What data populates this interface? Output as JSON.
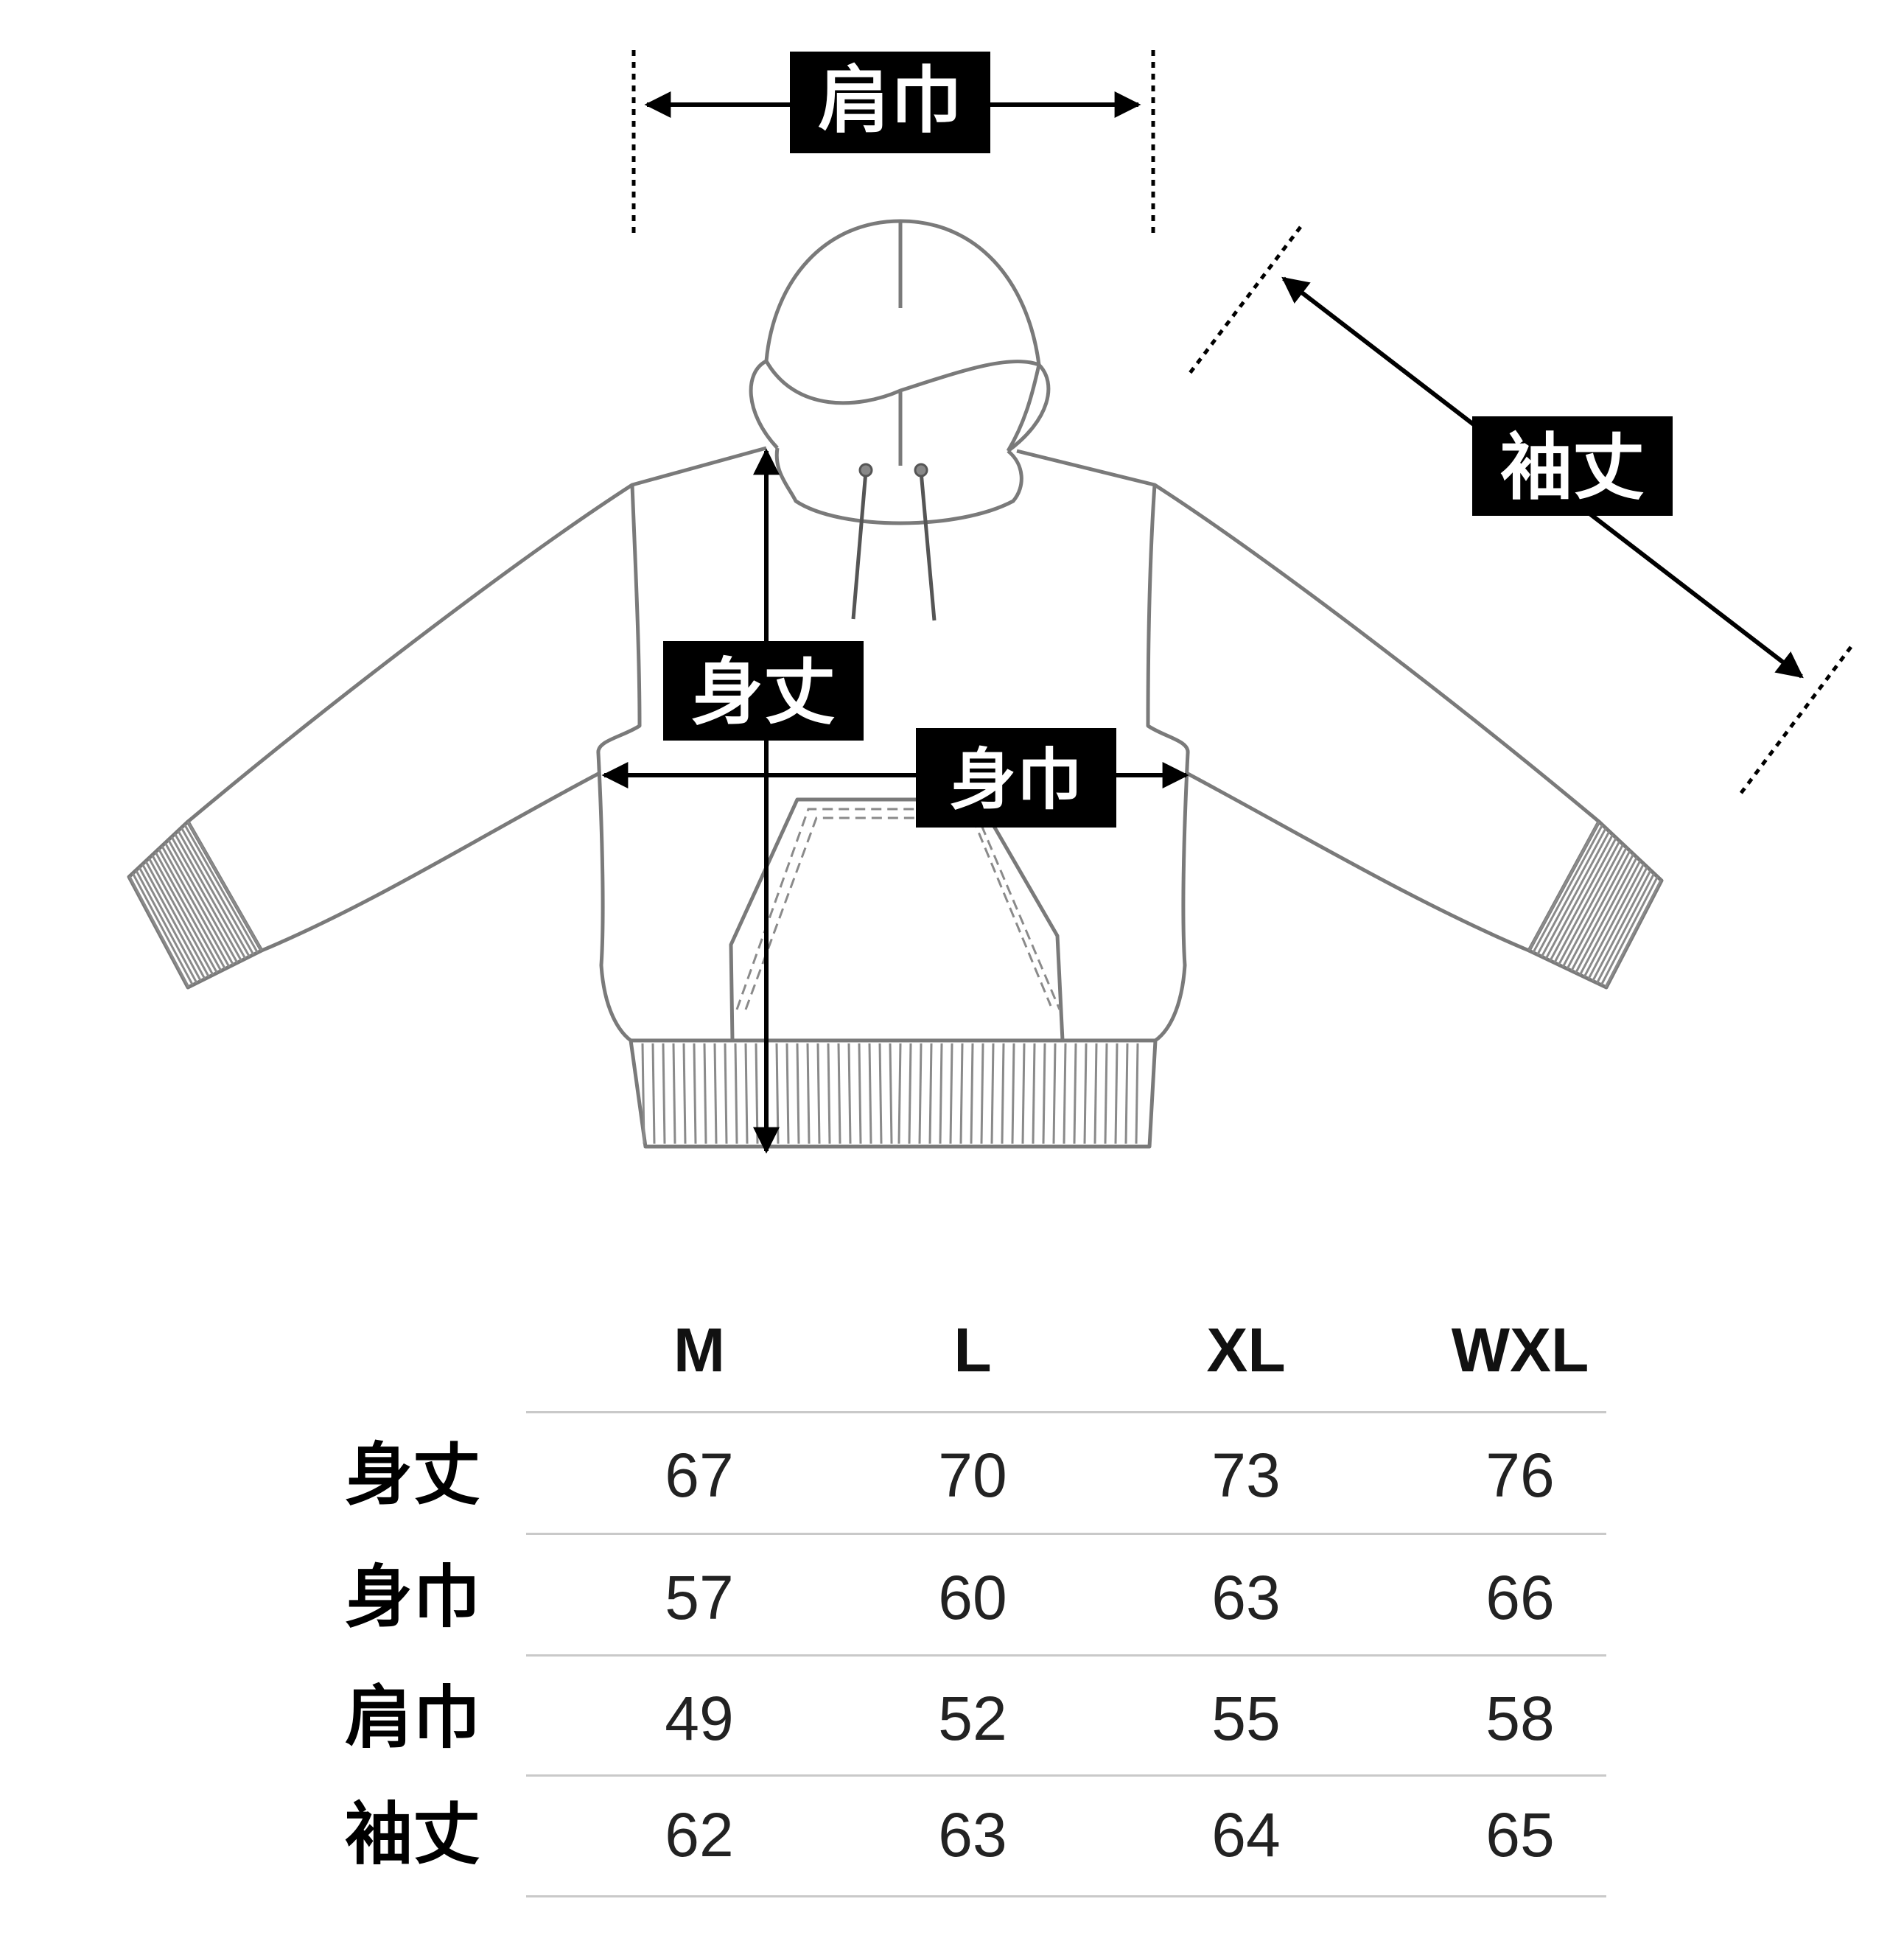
{
  "diagram": {
    "labels": {
      "shoulder_width": "肩巾",
      "sleeve_length": "袖丈",
      "body_length": "身丈",
      "body_width": "身巾"
    }
  },
  "size_table": {
    "columns": [
      "M",
      "L",
      "XL",
      "WXL"
    ],
    "rows": [
      {
        "label": "身丈",
        "values": [
          "67",
          "70",
          "73",
          "76"
        ]
      },
      {
        "label": "身巾",
        "values": [
          "57",
          "60",
          "63",
          "66"
        ]
      },
      {
        "label": "肩巾",
        "values": [
          "49",
          "52",
          "55",
          "58"
        ]
      },
      {
        "label": "袖丈",
        "values": [
          "62",
          "63",
          "64",
          "65"
        ]
      }
    ]
  },
  "colors": {
    "outline": "#7a7a7a",
    "arrow": "#000000",
    "label_bg": "#000000",
    "label_text": "#ffffff",
    "rule": "#c9c9c9"
  }
}
